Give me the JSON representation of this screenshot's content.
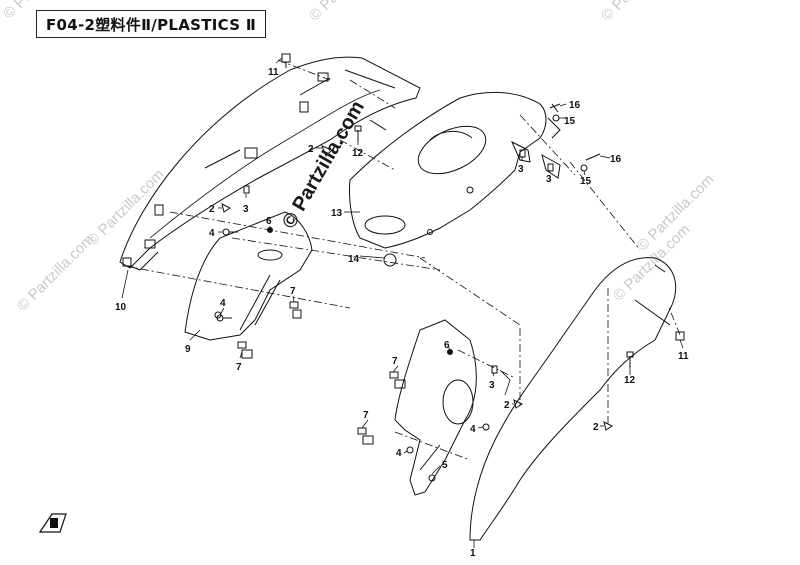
{
  "diagram": {
    "title": "F04-2塑料件Ⅱ/PLASTICS Ⅱ",
    "watermark_center": "© Partzilla.com",
    "watermark_faint": "© Partzilla.com",
    "line_color": "#111111",
    "watermark_color": "#c9c9c9"
  },
  "callouts": [
    {
      "id": "c11a",
      "label": "11"
    },
    {
      "id": "c2a",
      "label": "2"
    },
    {
      "id": "c12a",
      "label": "12"
    },
    {
      "id": "c16a",
      "label": "16"
    },
    {
      "id": "c15a",
      "label": "15"
    },
    {
      "id": "c16b",
      "label": "16"
    },
    {
      "id": "c3a",
      "label": "3"
    },
    {
      "id": "c3b",
      "label": "3"
    },
    {
      "id": "c15b",
      "label": "15"
    },
    {
      "id": "c2b",
      "label": "2"
    },
    {
      "id": "c3c",
      "label": "3"
    },
    {
      "id": "c13",
      "label": "13"
    },
    {
      "id": "c6a",
      "label": "6"
    },
    {
      "id": "c4a",
      "label": "4"
    },
    {
      "id": "c14",
      "label": "14"
    },
    {
      "id": "c10",
      "label": "10"
    },
    {
      "id": "c4b",
      "label": "4"
    },
    {
      "id": "c7a",
      "label": "7"
    },
    {
      "id": "c9",
      "label": "9"
    },
    {
      "id": "c7b",
      "label": "7"
    },
    {
      "id": "c6b",
      "label": "6"
    },
    {
      "id": "c7c",
      "label": "7"
    },
    {
      "id": "c3d",
      "label": "3"
    },
    {
      "id": "c2c",
      "label": "2"
    },
    {
      "id": "c4c",
      "label": "4"
    },
    {
      "id": "c7d",
      "label": "7"
    },
    {
      "id": "c4d",
      "label": "4"
    },
    {
      "id": "c5",
      "label": "5"
    },
    {
      "id": "c11b",
      "label": "11"
    },
    {
      "id": "c12b",
      "label": "12"
    },
    {
      "id": "c2d",
      "label": "2"
    },
    {
      "id": "c1",
      "label": "1"
    }
  ]
}
